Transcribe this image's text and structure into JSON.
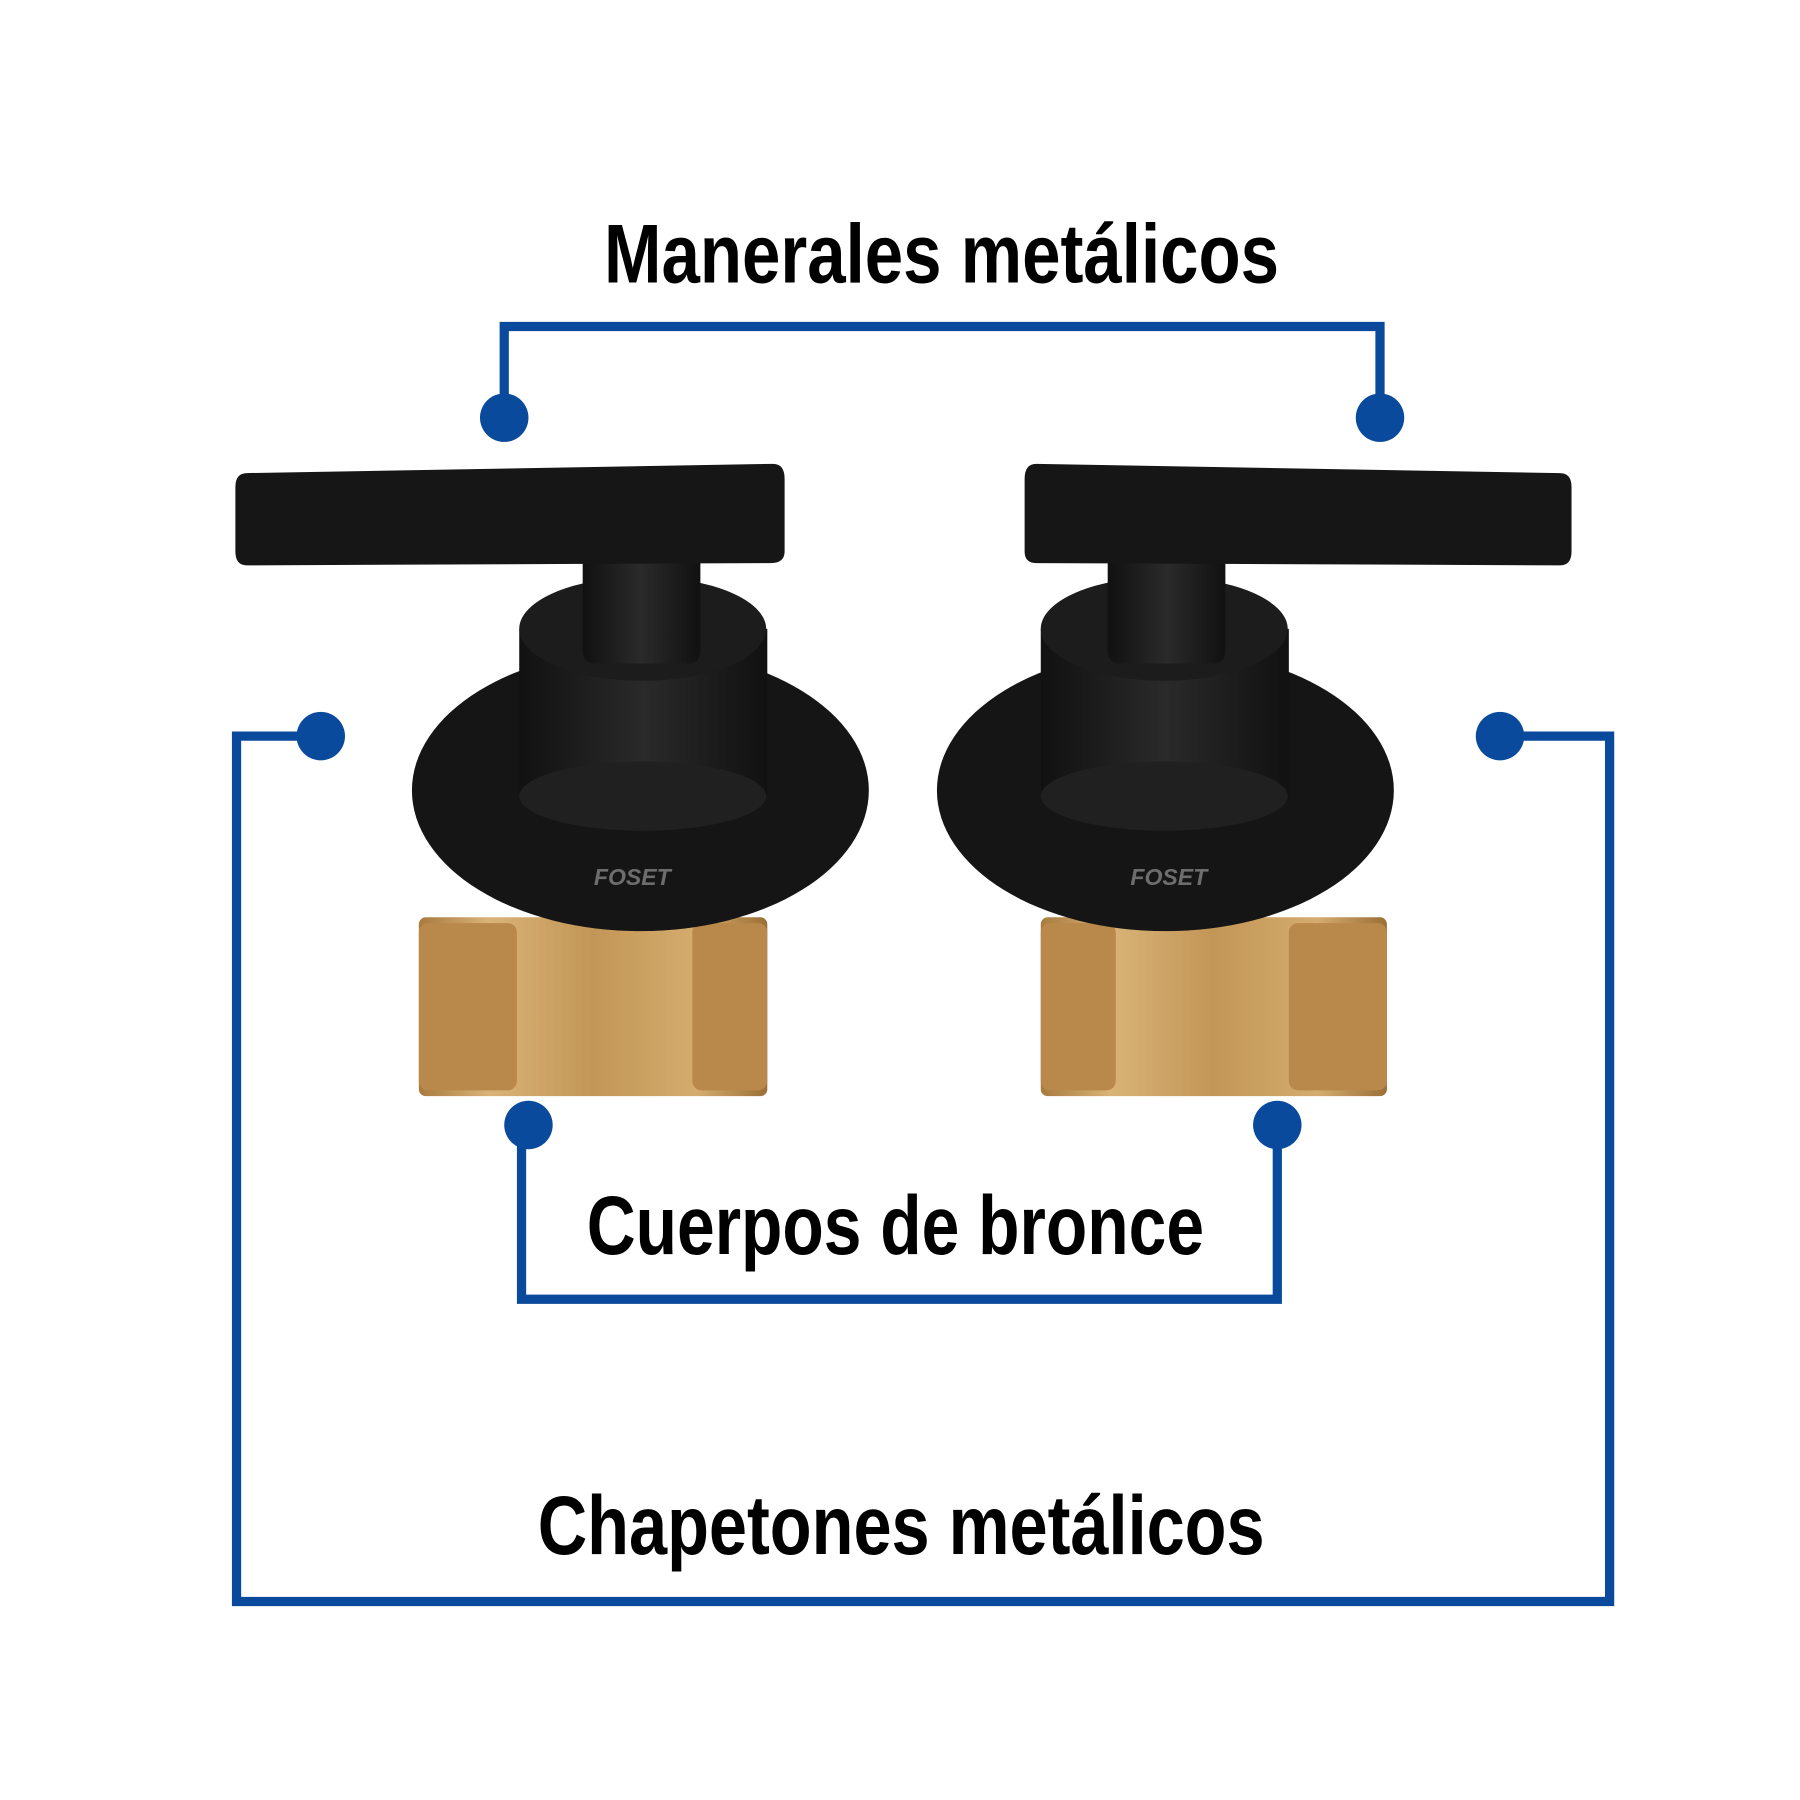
{
  "labels": {
    "handles": "Manerales metálicos",
    "bodies": "Cuerpos de bronce",
    "escutcheons": "Chapetones metálicos"
  },
  "brand": "FOSET",
  "colors": {
    "callout": "#0a4a9c",
    "finish": "#1a1a1a",
    "brass": "#c49a5a"
  }
}
